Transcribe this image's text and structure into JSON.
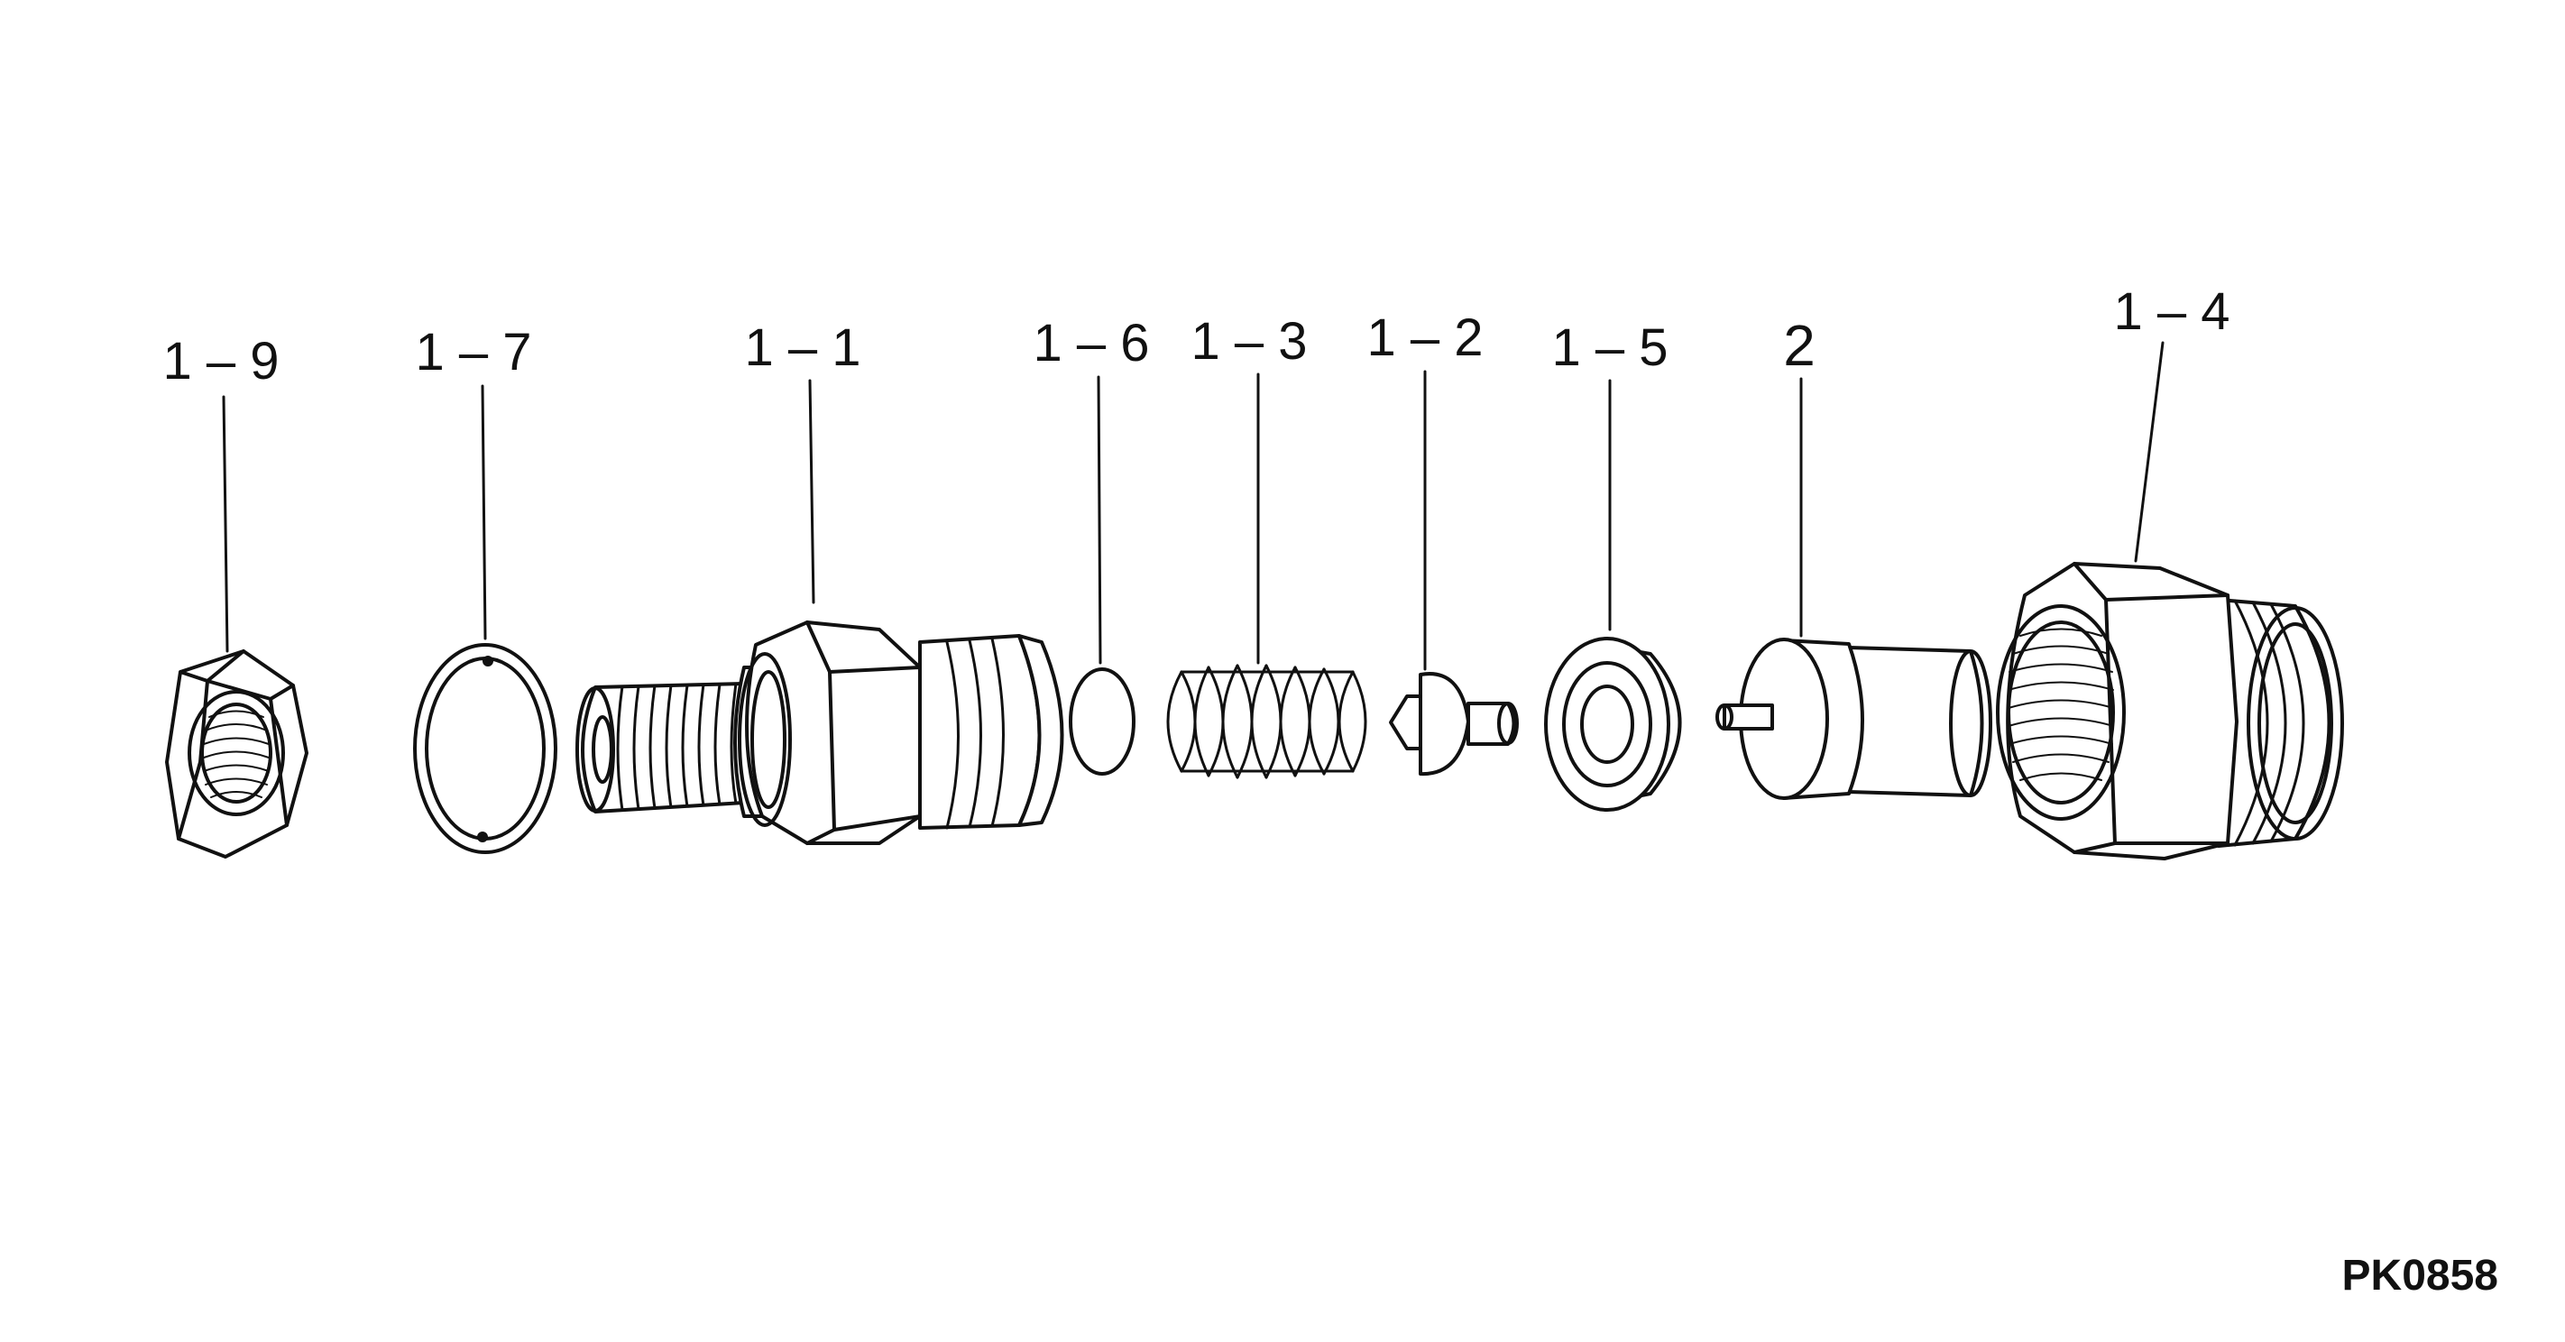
{
  "figure_code": "PK0858",
  "parts": [
    {
      "id": "nut",
      "label": "1 – 9"
    },
    {
      "id": "ring",
      "label": "1  – 7"
    },
    {
      "id": "body",
      "label": "1 – 1"
    },
    {
      "id": "disc",
      "label": "1 – 6"
    },
    {
      "id": "spring",
      "label": "1 – 3"
    },
    {
      "id": "poppet",
      "label": "1 – 2"
    },
    {
      "id": "seat",
      "label": "1 – 5"
    },
    {
      "id": "piston",
      "label": "2"
    },
    {
      "id": "cap",
      "label": "1 – 4"
    }
  ]
}
